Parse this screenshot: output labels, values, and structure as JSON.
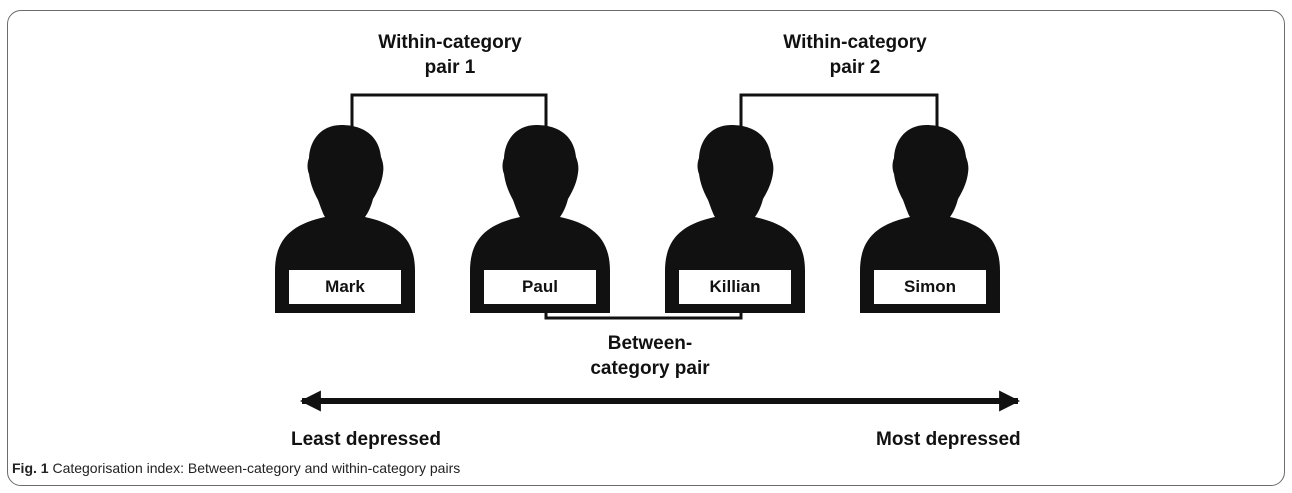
{
  "pairs": {
    "within_1": [
      "Within-category",
      "pair 1"
    ],
    "within_2": [
      "Within-category",
      "pair 2"
    ],
    "between": [
      "Between-",
      "category pair"
    ]
  },
  "people": [
    {
      "name": "Mark"
    },
    {
      "name": "Paul"
    },
    {
      "name": "Killian"
    },
    {
      "name": "Simon"
    }
  ],
  "axis": {
    "left_label": "Least depressed",
    "right_label": "Most depressed"
  },
  "caption": {
    "prefix": "Fig. 1",
    "text": " Categorisation index: Between-category and within-category pairs"
  },
  "colors": {
    "silhouette": "#111111",
    "line": "#111111"
  }
}
